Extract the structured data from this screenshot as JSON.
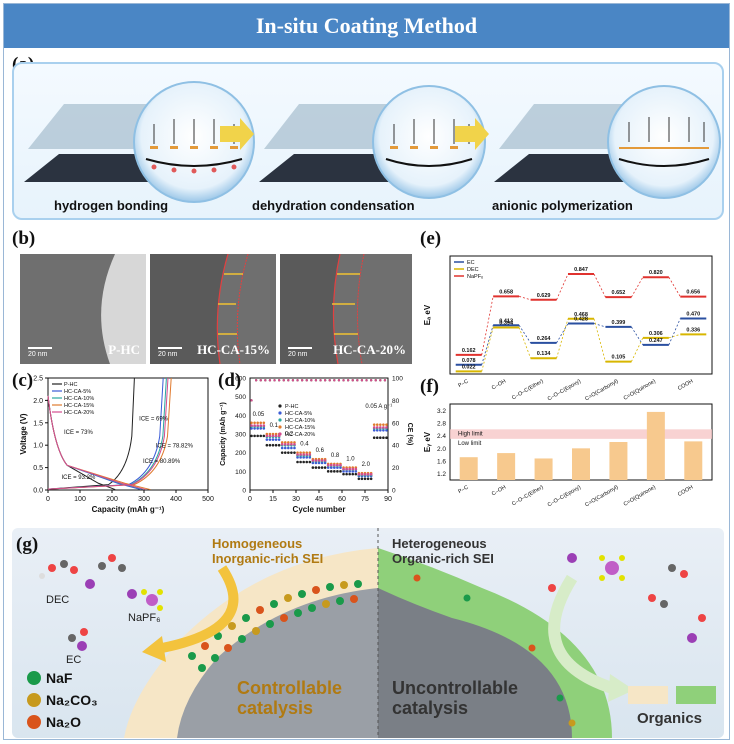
{
  "title": "In-situ Coating Method",
  "panel_labels": {
    "a": "(a)",
    "b": "(b)",
    "c": "(c)",
    "d": "(d)",
    "e": "(e)",
    "f": "(f)",
    "g": "(g)"
  },
  "panel_a": {
    "steps": [
      "hydrogen bonding",
      "dehydration condensation",
      "anionic polymerization"
    ]
  },
  "panel_b": {
    "images": [
      {
        "label": "P-HC",
        "scale": "20 nm"
      },
      {
        "label": "HC-CA-15%",
        "scale": "20 nm"
      },
      {
        "label": "HC-CA-20%",
        "scale": "20 nm"
      }
    ]
  },
  "chart_data": [
    {
      "panel": "c",
      "type": "line",
      "xlabel": "Capacity (mAh g⁻¹)",
      "ylabel": "Voltage (V)",
      "xlim": [
        0,
        500
      ],
      "ylim": [
        0,
        2.5
      ],
      "xticks": [
        0,
        100,
        200,
        300,
        400,
        500
      ],
      "yticks": [
        0.0,
        0.5,
        1.0,
        1.5,
        2.0,
        2.5
      ],
      "series": [
        {
          "name": "P-HC",
          "color": "#222222",
          "charge_end": 210,
          "discharge_end": 270
        },
        {
          "name": "HC-CA-5%",
          "color": "#3b5bd6",
          "charge_end": 290,
          "discharge_end": 360
        },
        {
          "name": "HC-CA-10%",
          "color": "#2aa7a0",
          "charge_end": 300,
          "discharge_end": 370
        },
        {
          "name": "HC-CA-15%",
          "color": "#e07a2e",
          "charge_end": 320,
          "discharge_end": 385
        },
        {
          "name": "HC-CA-20%",
          "color": "#d44c8f",
          "charge_end": 305,
          "discharge_end": 375
        }
      ],
      "annotations": [
        "ICE = 73%",
        "ICE = 69%",
        "ICE = 78.82%",
        "ICE = 80.89%",
        "ICE = 93.2%"
      ]
    },
    {
      "panel": "d",
      "type": "scatter",
      "xlabel": "Cycle number",
      "ylabel": "Capacity (mAh g⁻¹)",
      "y2label": "CE (%)",
      "xlim": [
        0,
        90
      ],
      "ylim": [
        0,
        600
      ],
      "y2lim": [
        0,
        100
      ],
      "xticks": [
        0,
        15,
        30,
        45,
        60,
        75,
        90
      ],
      "yticks": [
        0,
        100,
        200,
        300,
        400,
        500,
        600
      ],
      "y2ticks": [
        0,
        20,
        40,
        60,
        80,
        100
      ],
      "rates": [
        "0.05",
        "0.1",
        "0.2",
        "0.4",
        "0.6",
        "0.8",
        "1.0",
        "2.0"
      ],
      "last_rate": "0.05 A g⁻¹",
      "series": [
        {
          "name": "P-HC",
          "color": "#222222",
          "plateaus": [
            290,
            240,
            200,
            150,
            120,
            100,
            85,
            60,
            280
          ]
        },
        {
          "name": "HC-CA-5%",
          "color": "#3b5bd6",
          "plateaus": [
            330,
            270,
            225,
            175,
            145,
            120,
            100,
            75,
            320
          ]
        },
        {
          "name": "HC-CA-10%",
          "color": "#2aa7a0",
          "plateaus": [
            340,
            285,
            240,
            185,
            155,
            130,
            110,
            80,
            330
          ]
        },
        {
          "name": "HC-CA-15%",
          "color": "#e07a2e",
          "plateaus": [
            360,
            300,
            255,
            200,
            165,
            140,
            120,
            90,
            350
          ]
        },
        {
          "name": "HC-CA-20%",
          "color": "#d44c8f",
          "plateaus": [
            345,
            290,
            245,
            190,
            158,
            133,
            112,
            84,
            335
          ]
        }
      ]
    },
    {
      "panel": "e",
      "type": "line",
      "ylabel": "Eₐ eV",
      "ylim": [
        0,
        1.0
      ],
      "categories": [
        "P–C",
        "C–OH",
        "C–O–C(Ether)",
        "C–O–C(Epoxy)",
        "C=O(Carbonyl)",
        "C=O(Quinone)",
        "COOH"
      ],
      "series": [
        {
          "name": "EC",
          "color": "#2a4fa0",
          "values": [
            0.078,
            0.413,
            0.264,
            0.428,
            0.399,
            0.247,
            0.47
          ]
        },
        {
          "name": "DEC",
          "color": "#d8b600",
          "values": [
            0.022,
            0.394,
            0.134,
            0.468,
            0.105,
            0.306,
            0.336
          ]
        },
        {
          "name": "NaPF₆",
          "color": "#e0322e",
          "values": [
            0.162,
            0.658,
            0.629,
            0.847,
            0.652,
            0.82,
            0.656
          ]
        }
      ],
      "value_labels": [
        "0.162",
        "0.078",
        "0.022",
        "0.658",
        "0.413",
        "0.394",
        "0.629",
        "0.264",
        "0.134",
        "0.847",
        "0.468",
        "0.428",
        "0.652",
        "0.399",
        "0.105",
        "0.820",
        "0.306",
        "0.247",
        "0.656",
        "0.470",
        "0.336"
      ]
    },
    {
      "panel": "f",
      "type": "bar",
      "ylabel": "Eᵧ eV",
      "ylim": [
        1.0,
        3.4
      ],
      "yticks": [
        1.2,
        1.6,
        2.0,
        2.4,
        2.8,
        3.2
      ],
      "categories": [
        "P–C",
        "C–OH",
        "C–O–C(Ether)",
        "C–O–C(Epoxy)",
        "C=O(Carbonyl)",
        "C=O(Quinone)",
        "COOH"
      ],
      "values": [
        1.72,
        1.85,
        1.68,
        2.0,
        2.2,
        3.15,
        2.22
      ],
      "high_limit": 2.6,
      "low_limit": 2.3,
      "labels": [
        "High limit",
        "Low limit"
      ],
      "bar_color": "#f7c98e"
    }
  ],
  "panel_g": {
    "left_title": "Homogeneous\nInorganic-rich SEI",
    "right_title": "Heterogeneous\nOrganic-rich  SEI",
    "molecules": {
      "dec": "DEC",
      "napf6": "NaPF₆",
      "ec": "EC"
    },
    "legend": [
      {
        "label": "NaF",
        "color": "#1a9a4a"
      },
      {
        "label": "Na₂CO₃",
        "color": "#c79a1e"
      },
      {
        "label": "Na₂O",
        "color": "#d9541c"
      }
    ],
    "left_caption": "Controllable\ncatalysis",
    "right_caption": "Uncontrollable\ncatalysis",
    "organics": "Organics"
  },
  "colors": {
    "title_bg": "#4a86c5",
    "accent_border": "#a9d0ee"
  }
}
